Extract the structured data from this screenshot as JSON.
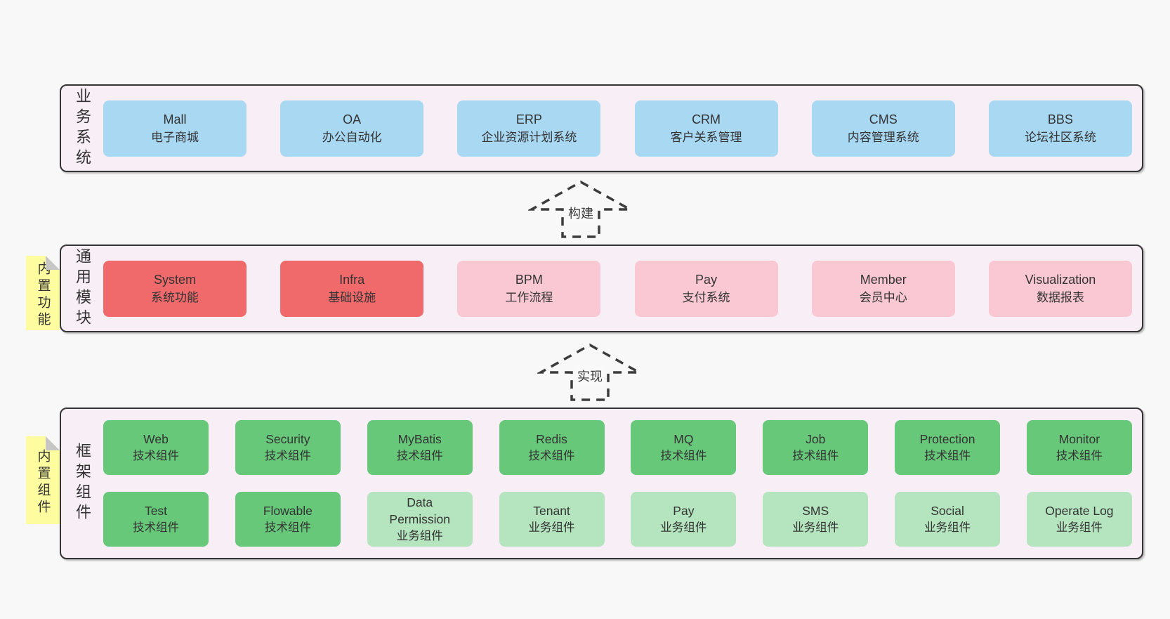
{
  "colors": {
    "blue": "#a9d8f3",
    "red": "#f0696b",
    "pink": "#fac8d2",
    "green": "#67c87a",
    "lightgreen": "#b5e5bf",
    "band_bg": "#f8eef6",
    "band_border": "#343434",
    "note_yellow": "#fdfd9f",
    "page_bg": "#f8f8f8"
  },
  "bands": [
    {
      "id": "business",
      "label": "业务系统",
      "rows": [
        [
          {
            "name": "Mall",
            "desc": "电子商城",
            "variant": "blue"
          },
          {
            "name": "OA",
            "desc": "办公自动化",
            "variant": "blue"
          },
          {
            "name": "ERP",
            "desc": "企业资源计划系统",
            "variant": "blue"
          },
          {
            "name": "CRM",
            "desc": "客户关系管理",
            "variant": "blue"
          },
          {
            "name": "CMS",
            "desc": "内容管理系统",
            "variant": "blue"
          },
          {
            "name": "BBS",
            "desc": "论坛社区系统",
            "variant": "blue"
          }
        ]
      ]
    },
    {
      "id": "modules",
      "label": "通用模块",
      "note": "内置功能",
      "rows": [
        [
          {
            "name": "System",
            "desc": "系统功能",
            "variant": "red"
          },
          {
            "name": "Infra",
            "desc": "基础设施",
            "variant": "red"
          },
          {
            "name": "BPM",
            "desc": "工作流程",
            "variant": "pink"
          },
          {
            "name": "Pay",
            "desc": "支付系统",
            "variant": "pink"
          },
          {
            "name": "Member",
            "desc": "会员中心",
            "variant": "pink"
          },
          {
            "name": "Visualization",
            "desc": "数据报表",
            "variant": "pink"
          }
        ]
      ]
    },
    {
      "id": "components",
      "label": "框架组件",
      "note": "内置组件",
      "rows": [
        [
          {
            "name": "Web",
            "desc": "技术组件",
            "variant": "green"
          },
          {
            "name": "Security",
            "desc": "技术组件",
            "variant": "green"
          },
          {
            "name": "MyBatis",
            "desc": "技术组件",
            "variant": "green"
          },
          {
            "name": "Redis",
            "desc": "技术组件",
            "variant": "green"
          },
          {
            "name": "MQ",
            "desc": "技术组件",
            "variant": "green"
          },
          {
            "name": "Job",
            "desc": "技术组件",
            "variant": "green"
          },
          {
            "name": "Protection",
            "desc": "技术组件",
            "variant": "green"
          },
          {
            "name": "Monitor",
            "desc": "技术组件",
            "variant": "green"
          }
        ],
        [
          {
            "name": "Test",
            "desc": "技术组件",
            "variant": "green"
          },
          {
            "name": "Flowable",
            "desc": "技术组件",
            "variant": "green"
          },
          {
            "name": "Data Permission",
            "desc": "业务组件",
            "variant": "lightgreen"
          },
          {
            "name": "Tenant",
            "desc": "业务组件",
            "variant": "lightgreen"
          },
          {
            "name": "Pay",
            "desc": "业务组件",
            "variant": "lightgreen"
          },
          {
            "name": "SMS",
            "desc": "业务组件",
            "variant": "lightgreen"
          },
          {
            "name": "Social",
            "desc": "业务组件",
            "variant": "lightgreen"
          },
          {
            "name": "Operate Log",
            "desc": "业务组件",
            "variant": "lightgreen"
          }
        ]
      ]
    }
  ],
  "arrows": [
    {
      "label": "构建"
    },
    {
      "label": "实现"
    }
  ]
}
